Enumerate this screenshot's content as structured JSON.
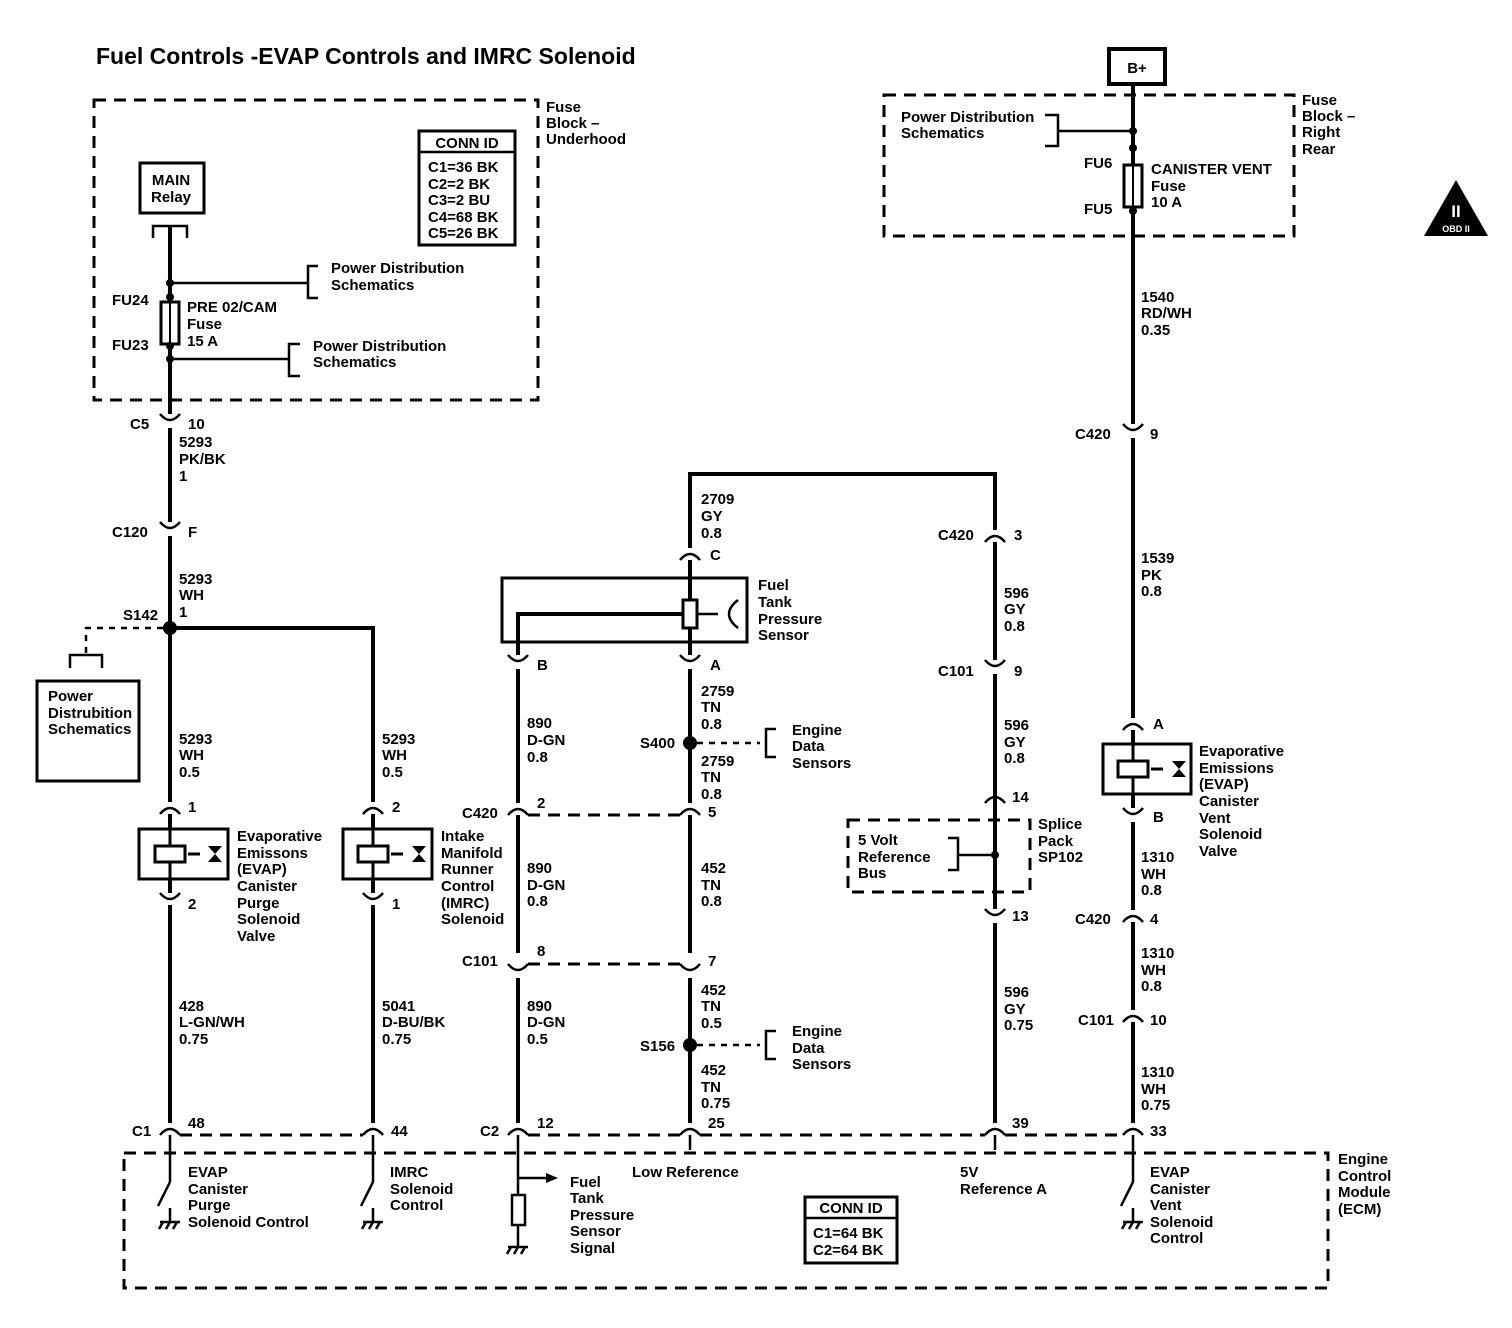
{
  "title": "Fuel Controls -EVAP Controls and IMRC Solenoid",
  "badges": {
    "battery": "B+",
    "obd_numeral": "II",
    "obd": "OBD II"
  },
  "fuse_block_underhood": {
    "label": [
      "Fuse",
      "Block –",
      "Underhood"
    ],
    "conn_id_title": "CONN ID",
    "conn_ids": [
      "C1=36 BK",
      "C2=2 BK",
      "C3=2 BU",
      "C4=68 BK",
      "C5=26 BK"
    ],
    "main_relay": [
      "MAIN",
      "Relay"
    ],
    "fuse_top_term": "FU24",
    "fuse_bot_term": "FU23",
    "fuse_name": [
      "PRE 02/CAM",
      "Fuse",
      "15 A"
    ],
    "pd1": [
      "Power Distribution",
      "Schematics"
    ],
    "pd2": [
      "Power Distribution",
      "Schematics"
    ]
  },
  "fuse_block_right_rear": {
    "label": [
      "Fuse",
      "Block –",
      "Right",
      "Rear"
    ],
    "pd": [
      "Power Distribution",
      "Schematics"
    ],
    "fuse_top_term": "FU6",
    "fuse_bot_term": "FU5",
    "fuse_name": [
      "CANISTER VENT",
      "Fuse",
      "10 A"
    ]
  },
  "left_pd": [
    "Power",
    "Distrubition",
    "Schematics"
  ],
  "wires": {
    "w5293_pk": [
      "5293",
      "PK/BK",
      "1"
    ],
    "w5293_wh_a": [
      "5293",
      "WH",
      "1"
    ],
    "w5293_wh_b": [
      "5293",
      "WH",
      "0.5"
    ],
    "w5293_wh_c": [
      "5293",
      "WH",
      "0.5"
    ],
    "w428": [
      "428",
      "L-GN/WH",
      "0.75"
    ],
    "w5041": [
      "5041",
      "D-BU/BK",
      "0.75"
    ],
    "w2709": [
      "2709",
      "GY",
      "0.8"
    ],
    "w2759_a": [
      "2759",
      "TN",
      "0.8"
    ],
    "w2759_b": [
      "2759",
      "TN",
      "0.8"
    ],
    "w890_a": [
      "890",
      "D-GN",
      "0.8"
    ],
    "w890_b": [
      "890",
      "D-GN",
      "0.8"
    ],
    "w890_c": [
      "890",
      "D-GN",
      "0.5"
    ],
    "w452_a": [
      "452",
      "TN",
      "0.8"
    ],
    "w452_b": [
      "452",
      "TN",
      "0.5"
    ],
    "w452_c": [
      "452",
      "TN",
      "0.75"
    ],
    "w596_a": [
      "596",
      "GY",
      "0.8"
    ],
    "w596_b": [
      "596",
      "GY",
      "0.8"
    ],
    "w596_c": [
      "596",
      "GY",
      "0.75"
    ],
    "w1540": [
      "1540",
      "RD/WH",
      "0.35"
    ],
    "w1539": [
      "1539",
      "PK",
      "0.8"
    ],
    "w1310_a": [
      "1310",
      "WH",
      "0.8"
    ],
    "w1310_b": [
      "1310",
      "WH",
      "0.8"
    ],
    "w1310_c": [
      "1310",
      "WH",
      "0.75"
    ]
  },
  "connectors": {
    "c5": [
      "C5",
      "10"
    ],
    "c120": [
      "C120",
      "F"
    ],
    "s142": "S142",
    "evap_purge_pins": [
      "1",
      "2"
    ],
    "imrc_pins": [
      "2",
      "1"
    ],
    "c420_right": [
      "C420",
      "9"
    ],
    "c420_3": [
      "C420",
      "3"
    ],
    "c101_9": [
      "C101",
      "9"
    ],
    "splice_14": "14",
    "splice_13": "13",
    "ftp_pins": [
      "C",
      "B",
      "A"
    ],
    "s400": "S400",
    "c420_mid": [
      "C420",
      "2",
      "5"
    ],
    "c101_mid": [
      "C101",
      "8",
      "7"
    ],
    "s156": "S156",
    "vent_pins": [
      "A",
      "B"
    ],
    "c420_4": [
      "C420",
      "4"
    ],
    "c101_10": [
      "C101",
      "10"
    ],
    "ecm_c1": [
      "C1",
      "48",
      "44"
    ],
    "ecm_c2": [
      "C2",
      "12",
      "25"
    ],
    "ecm_39": "39",
    "ecm_33": "33"
  },
  "components": {
    "evap_purge": [
      "Evaporative",
      "Emissons",
      "(EVAP)",
      "Canister",
      "Purge",
      "Solenoid",
      "Valve"
    ],
    "imrc": [
      "Intake",
      "Manifold",
      "Runner",
      "Control",
      "(IMRC)",
      "Solenoid"
    ],
    "ftp_sensor": [
      "Fuel",
      "Tank",
      "Pressure",
      "Sensor"
    ],
    "eds1": [
      "Engine",
      "Data",
      "Sensors"
    ],
    "eds2": [
      "Engine",
      "Data",
      "Sensors"
    ],
    "splice_pack": [
      "Splice",
      "Pack",
      "SP102"
    ],
    "five_volt": [
      "5 Volt",
      "Reference",
      "Bus"
    ],
    "evap_vent": [
      "Evaporative",
      "Emissions",
      "(EVAP)",
      "Canister",
      "Vent",
      "Solenoid",
      "Valve"
    ]
  },
  "ecm": {
    "label": [
      "Engine",
      "Control",
      "Module",
      "(ECM)"
    ],
    "purge_ctrl": [
      "EVAP",
      "Canister",
      "Purge",
      "Solenoid Control"
    ],
    "imrc_ctrl": [
      "IMRC",
      "Solenoid",
      "Control"
    ],
    "ftp_signal": [
      "Fuel",
      "Tank",
      "Pressure",
      "Sensor",
      "Signal"
    ],
    "low_ref": "Low Reference",
    "ref_a": [
      "5V",
      "Reference A"
    ],
    "vent_ctrl": [
      "EVAP",
      "Canister",
      "Vent",
      "Solenoid",
      "Control"
    ],
    "conn_id_title": "CONN ID",
    "conn_ids": [
      "C1=64 BK",
      "C2=64 BK"
    ]
  }
}
